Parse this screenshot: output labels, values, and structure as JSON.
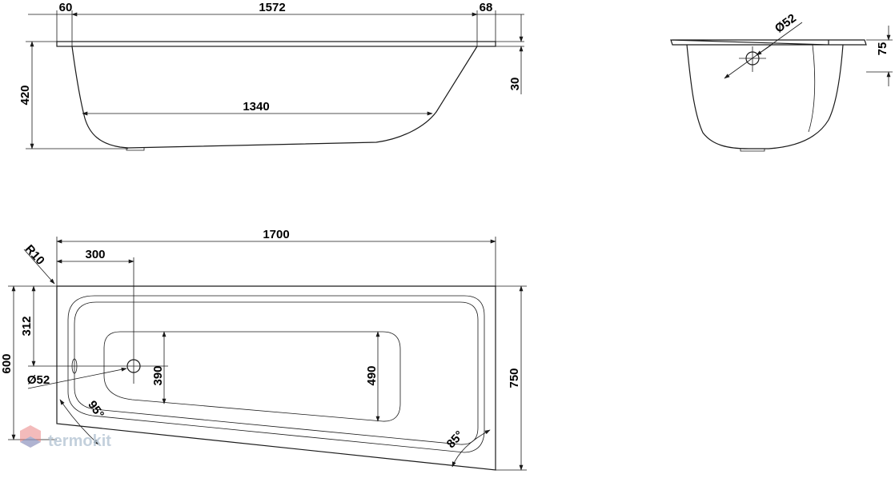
{
  "top_view": {
    "dims": {
      "flange_left": "60",
      "inner_length": "1572",
      "flange_right": "68",
      "height": "420",
      "floor_length": "1340",
      "flange_thickness": "30"
    }
  },
  "side_view": {
    "dims": {
      "drain_diameter": "Ø52",
      "depth": "75"
    }
  },
  "plan_view": {
    "dims": {
      "length": "1700",
      "radius": "R10",
      "drain_offset": "300",
      "drain_y": "312",
      "narrow_width": "600",
      "wide_width": "750",
      "inner_narrow": "390",
      "inner_wide": "490",
      "drain_diameter": "Ø52",
      "angle_left": "95°",
      "angle_right": "85°"
    }
  },
  "watermark": {
    "text": "termokit",
    "colors": [
      "#e87a7a",
      "#6a9fd8",
      "#b9c8d6"
    ]
  }
}
